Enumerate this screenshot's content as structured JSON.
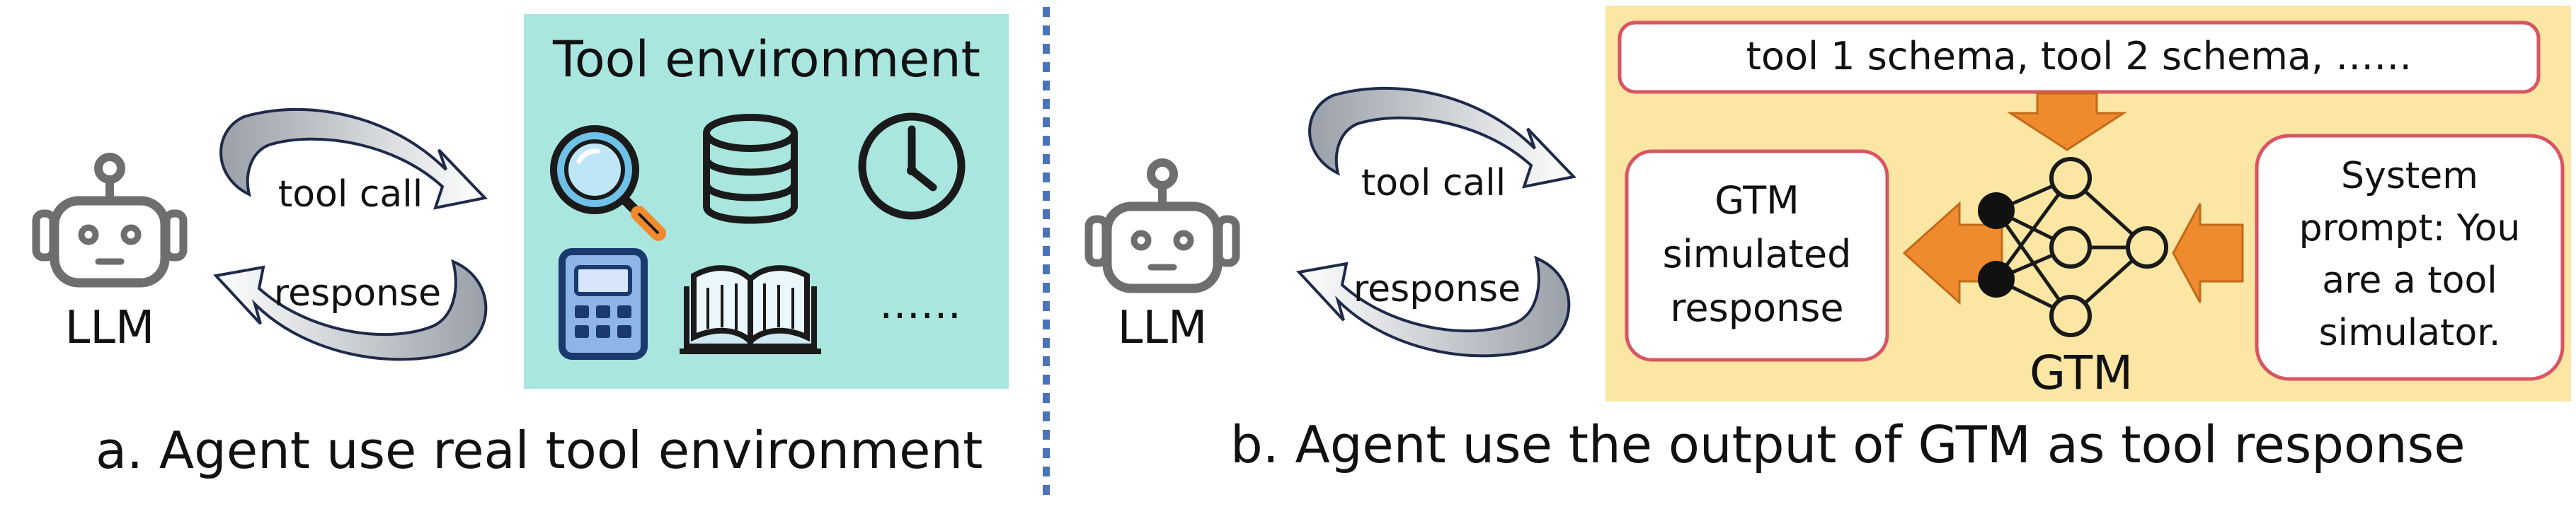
{
  "left_panel": {
    "agent_label": "LLM",
    "tool_call_label": "tool call",
    "response_label": "response",
    "env_title": "Tool environment",
    "more_tools": "……",
    "caption": "a. Agent use real tool environment",
    "env_color": "#a8e6df",
    "tools": [
      "search-icon",
      "database-icon",
      "clock-icon",
      "calculator-icon",
      "book-icon"
    ]
  },
  "right_panel": {
    "agent_label": "LLM",
    "tool_call_label": "tool call",
    "response_label": "response",
    "schema_text": "tool 1 schema,  tool 2 schema, ……",
    "simulated_response": [
      "GTM",
      "simulated",
      "response"
    ],
    "system_prompt": [
      "System",
      "prompt: You",
      "are a tool",
      "simulator."
    ],
    "model_label": "GTM",
    "caption": "b. Agent use the output of GTM as tool response",
    "bg_color": "#fbe6a3",
    "box_border_color": "#d95563",
    "arrow_color": "#ef8a2e"
  },
  "divider_color": "#4a74b8"
}
